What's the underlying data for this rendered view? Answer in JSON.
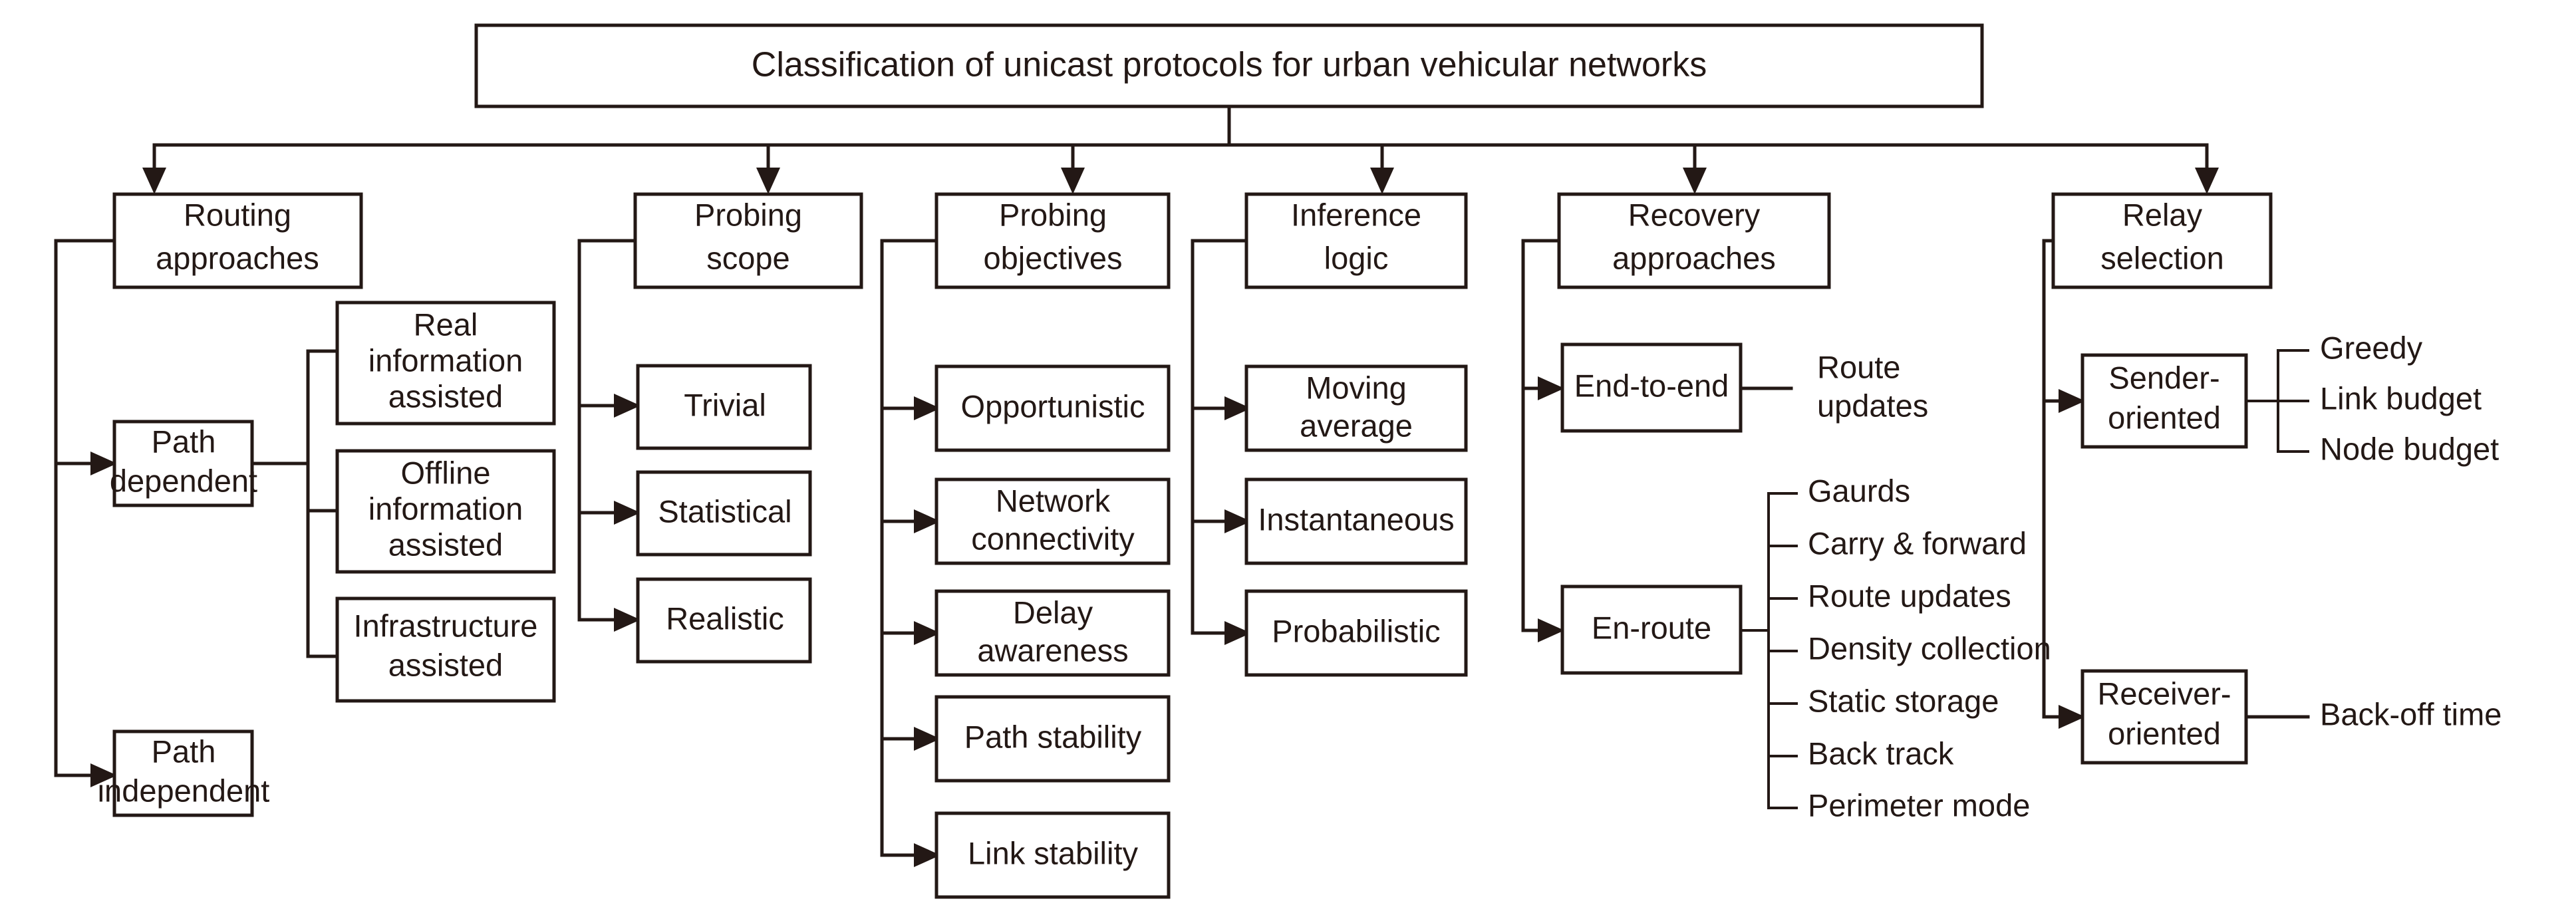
{
  "diagram": {
    "title": "Classification of unicast protocols for urban vehicular networks",
    "root_label": "Classification of unicast protocols for urban vehicular networks",
    "colors": {
      "stroke": "#231815",
      "background": "#ffffff",
      "text": "#231815"
    },
    "branches": [
      {
        "id": "routing-approaches",
        "label_line1": "Routing",
        "label_line2": "approaches",
        "children": [
          {
            "id": "path-dependent",
            "label_line1": "Path",
            "label_line2": "dependent",
            "children": [
              {
                "id": "real-information-assisted",
                "label_line1": "Real",
                "label_line2": "information",
                "label_line3": "assisted"
              },
              {
                "id": "offline-information-assisted",
                "label_line1": "Offline",
                "label_line2": "information",
                "label_line3": "assisted"
              },
              {
                "id": "infrastructure-assisted",
                "label_line1": "Infrastructure",
                "label_line2": "assisted",
                "label_line3": ""
              }
            ]
          },
          {
            "id": "path-independent",
            "label_line1": "Path",
            "label_line2": "independent",
            "children": []
          }
        ]
      },
      {
        "id": "probing-scope",
        "label_line1": "Probing",
        "label_line2": "scope",
        "children": [
          {
            "id": "trivial",
            "label_line1": "Trivial",
            "label_line2": ""
          },
          {
            "id": "statistical",
            "label_line1": "Statistical",
            "label_line2": ""
          },
          {
            "id": "realistic",
            "label_line1": "Realistic",
            "label_line2": ""
          }
        ]
      },
      {
        "id": "probing-objectives",
        "label_line1": "Probing",
        "label_line2": "objectives",
        "children": [
          {
            "id": "opportunistic",
            "label_line1": "Opportunistic",
            "label_line2": ""
          },
          {
            "id": "network-connectivity",
            "label_line1": "Network",
            "label_line2": "connectivity"
          },
          {
            "id": "delay-awareness",
            "label_line1": "Delay",
            "label_line2": "awareness"
          },
          {
            "id": "path-stability",
            "label_line1": "Path stability",
            "label_line2": ""
          },
          {
            "id": "link-stability",
            "label_line1": "Link stability",
            "label_line2": ""
          }
        ]
      },
      {
        "id": "inference-logic",
        "label_line1": "Inference",
        "label_line2": "logic",
        "children": [
          {
            "id": "moving-average",
            "label_line1": "Moving",
            "label_line2": "average"
          },
          {
            "id": "instantaneous",
            "label_line1": "Instantaneous",
            "label_line2": ""
          },
          {
            "id": "probabilistic",
            "label_line1": "Probabilistic",
            "label_line2": ""
          }
        ]
      },
      {
        "id": "recovery-approaches",
        "label_line1": "Recovery",
        "label_line2": "approaches",
        "children": [
          {
            "id": "end-to-end",
            "label_line1": "End-to-end",
            "label_line2": "",
            "leaves": [
              "Route updates"
            ],
            "leaf_lines": [
              "Route",
              "updates"
            ]
          },
          {
            "id": "en-route",
            "label_line1": "En-route",
            "label_line2": "",
            "leaves": [
              "Gaurds",
              "Carry & forward",
              "Route updates",
              "Density collection",
              "Static storage",
              "Back track",
              "Perimeter mode"
            ]
          }
        ]
      },
      {
        "id": "relay-selection",
        "label_line1": "Relay",
        "label_line2": "selection",
        "children": [
          {
            "id": "sender-oriented",
            "label_line1": "Sender-",
            "label_line2": "oriented",
            "leaves": [
              "Greedy",
              "Link budget",
              "Node budget"
            ]
          },
          {
            "id": "receiver-oriented",
            "label_line1": "Receiver-",
            "label_line2": "oriented",
            "leaves": [
              "Back-off time"
            ]
          }
        ]
      }
    ]
  }
}
